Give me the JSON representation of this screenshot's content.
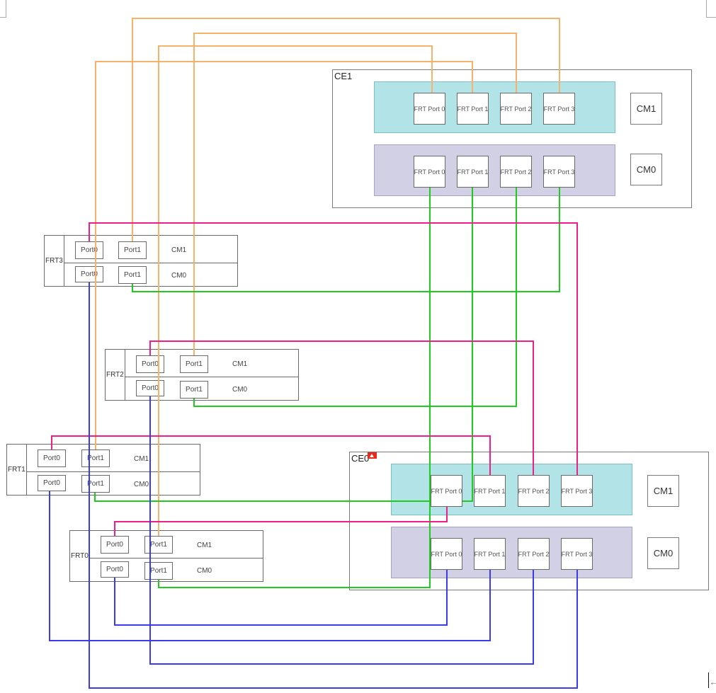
{
  "enclosures": [
    {
      "id": "ce1",
      "label": "CE1",
      "controllers": [
        {
          "label": "CM1",
          "ports": [
            "FRT Port 0",
            "FRT Port 1",
            "FRT Port 2",
            "FRT Port 3"
          ]
        },
        {
          "label": "CM0",
          "ports": [
            "FRT Port 0",
            "FRT Port 1",
            "FRT Port 2",
            "FRT Port 3"
          ]
        }
      ]
    },
    {
      "id": "ce0",
      "label": "CE0",
      "controllers": [
        {
          "label": "CM1",
          "ports": [
            "FRT Port 0",
            "FRT Port 1",
            "FRT Port 2",
            "FRT Port 3"
          ]
        },
        {
          "label": "CM0",
          "ports": [
            "FRT Port 0",
            "FRT Port 1",
            "FRT Port 2",
            "FRT Port 3"
          ]
        }
      ]
    }
  ],
  "frts": [
    {
      "id": "frt3",
      "label": "FRT3",
      "rows": [
        {
          "cm": "CM1",
          "ports": [
            "Port0",
            "Port1"
          ]
        },
        {
          "cm": "CM0",
          "ports": [
            "Port0",
            "Port1"
          ]
        }
      ]
    },
    {
      "id": "frt2",
      "label": "FRT2",
      "rows": [
        {
          "cm": "CM1",
          "ports": [
            "Port0",
            "Port1"
          ]
        },
        {
          "cm": "CM0",
          "ports": [
            "Port0",
            "Port1"
          ]
        }
      ]
    },
    {
      "id": "frt1",
      "label": "FRT1",
      "rows": [
        {
          "cm": "CM1",
          "ports": [
            "Port0",
            "Port1"
          ]
        },
        {
          "cm": "CM0",
          "ports": [
            "Port0",
            "Port1"
          ]
        }
      ]
    },
    {
      "id": "frt0",
      "label": "FRT0",
      "rows": [
        {
          "cm": "CM1",
          "ports": [
            "Port0",
            "Port1"
          ]
        },
        {
          "cm": "CM0",
          "ports": [
            "Port0",
            "Port1"
          ]
        }
      ]
    }
  ],
  "link_colors": {
    "orange": "#f7b26a",
    "green": "#1ecb1e",
    "pink": "#ef1f8a",
    "blue": "#3a3aef"
  },
  "connections": [
    {
      "color": "orange",
      "from": "FRT3 CM1 Port1",
      "to": "CE1 CM1 FRT Port 3"
    },
    {
      "color": "orange",
      "from": "FRT2 CM1 Port1",
      "to": "CE1 CM1 FRT Port 2"
    },
    {
      "color": "orange",
      "from": "FRT1 CM1 Port1",
      "to": "CE1 CM1 FRT Port 1"
    },
    {
      "color": "orange",
      "from": "FRT0 CM1 Port1",
      "to": "CE1 CM1 FRT Port 0"
    },
    {
      "color": "green",
      "from": "FRT3 CM0 Port1",
      "to": "CE1 CM0 FRT Port 3"
    },
    {
      "color": "green",
      "from": "FRT2 CM0 Port1",
      "to": "CE1 CM0 FRT Port 2"
    },
    {
      "color": "green",
      "from": "FRT1 CM0 Port1",
      "to": "CE1 CM0 FRT Port 1"
    },
    {
      "color": "green",
      "from": "FRT0 CM0 Port1",
      "to": "CE1 CM0 FRT Port 0"
    },
    {
      "color": "pink",
      "from": "FRT3 CM1 Port0",
      "to": "CE0 CM1 FRT Port 3"
    },
    {
      "color": "pink",
      "from": "FRT2 CM1 Port0",
      "to": "CE0 CM1 FRT Port 2"
    },
    {
      "color": "pink",
      "from": "FRT1 CM1 Port0",
      "to": "CE0 CM1 FRT Port 1"
    },
    {
      "color": "pink",
      "from": "FRT0 CM1 Port0",
      "to": "CE0 CM1 FRT Port 0"
    },
    {
      "color": "blue",
      "from": "FRT3 CM0 Port0",
      "to": "CE0 CM0 FRT Port 3"
    },
    {
      "color": "blue",
      "from": "FRT2 CM0 Port0",
      "to": "CE0 CM0 FRT Port 2"
    },
    {
      "color": "blue",
      "from": "FRT1 CM0 Port0",
      "to": "CE0 CM0 FRT Port 1"
    },
    {
      "color": "blue",
      "from": "FRT0 CM0 Port0",
      "to": "CE0 CM0 FRT Port 0"
    }
  ]
}
